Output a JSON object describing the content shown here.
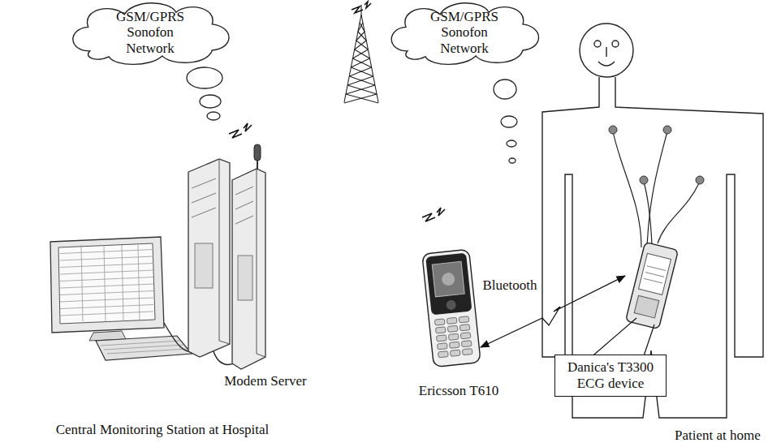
{
  "diagram": {
    "nodes": [
      {
        "text": [
          "GSM/GPRS Sonofon Network"
        ]
      },
      {
        "text": [
          "GSM/GPRS Sonofon Network"
        ]
      },
      {
        "text": [
          "Danica's T3300 ECG device"
        ]
      }
    ],
    "labels": [
      "Modem Server",
      "Bluetooth",
      "Ericsson T610",
      "Central Monitoring Station at Hospital",
      "Patient at home"
    ]
  }
}
